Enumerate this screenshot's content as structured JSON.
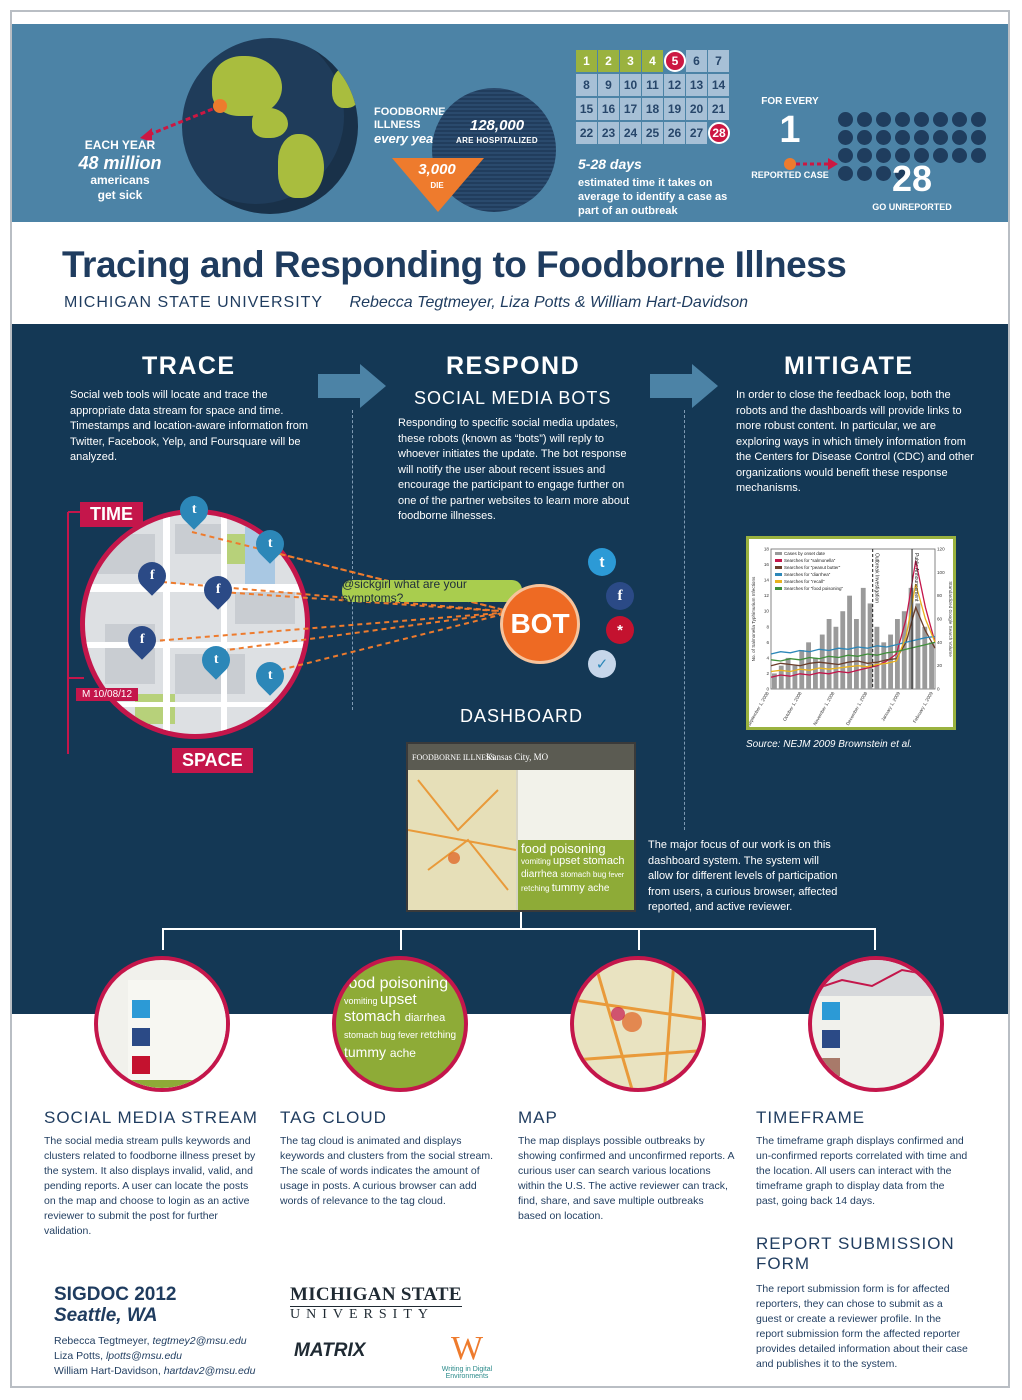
{
  "stats": {
    "each_year": "EACH YEAR",
    "millions": "48 million",
    "americans": "americans",
    "get_sick": "get sick",
    "foodborne": "FOODBORNE",
    "illness": "ILLNESS",
    "every_year": "every year...",
    "hospitalized_num": "128,000",
    "hospitalized_label": "ARE HOSPITALIZED",
    "die_num": "3,000",
    "die_label": "DIE",
    "calendar_days": [
      "1",
      "2",
      "3",
      "4",
      "5",
      "6",
      "7",
      "8",
      "9",
      "10",
      "11",
      "12",
      "13",
      "14",
      "15",
      "16",
      "17",
      "18",
      "19",
      "20",
      "21",
      "22",
      "23",
      "24",
      "25",
      "26",
      "27",
      "28"
    ],
    "days_title": "5-28 days",
    "days_desc": "estimated time it takes on average to identify a case as part of an outbreak",
    "for_every": "FOR EVERY",
    "one": "1",
    "reported_case": "REPORTED CASE",
    "twenty_eight": "28",
    "go_unreported": "GO UNREPORTED"
  },
  "header": {
    "title": "Tracing and Responding to Foodborne Illness",
    "university": "MICHIGAN STATE UNIVERSITY",
    "authors": "Rebecca Tegtmeyer, Liza Potts & William Hart-Davidson"
  },
  "trace": {
    "title": "TRACE",
    "text": "Social web tools will locate and trace the appropriate data stream for space and time. Timestamps and location-aware information from Twitter, Facebook, Yelp, and Foursquare will be analyzed.",
    "time_label": "TIME",
    "space_label": "SPACE",
    "date_label": "M 10/08/12"
  },
  "respond": {
    "title": "RESPOND",
    "subtitle": "SOCIAL MEDIA BOTS",
    "text": "Responding to specific social media updates, these robots (known as “bots”) will reply to whoever initiates the update. The bot response will notify the user about recent issues and encourage the participant to engage further on one of the partner websites to learn more about foodborne illnesses.",
    "speech": "@sickgirl what are your symptoms?",
    "bot": "BOT",
    "dashboard_title": "DASHBOARD",
    "dashboard_text": "The major focus of our work is on this dashboard system. The system will allow for different levels of participation from users, a curious browser, affected reported, and active reviewer."
  },
  "mitigate": {
    "title": "MITIGATE",
    "text": "In order to close the feedback loop, both the robots and the dashboards will provide links to more robust content. In particular, we are exploring ways in which timely information from the Centers for Disease Control (CDC) and other organizations would benefit these response mechanisms.",
    "source": "Source: NEJM 2009 Brownstein et al."
  },
  "dashboard_shot": {
    "brand": "FOODBORNE ILLNESS",
    "city": "Kansas City, MO",
    "tags": [
      "food poisoning",
      "vomiting",
      "upset stomach",
      "diarrhea",
      "stomach bug",
      "fever",
      "retching",
      "tummy",
      "ache"
    ]
  },
  "chart_data": {
    "type": "line",
    "title": "",
    "xlabel": "",
    "ylabel": "No. of Salmonella Typhimurium Infections",
    "y2label": "Standardized Google Search Volume",
    "x": [
      "September 1, 2008",
      "October 1, 2008",
      "November 1, 2008",
      "December 1, 2008",
      "January 1, 2009",
      "February 1, 2009"
    ],
    "ylim": [
      0,
      18
    ],
    "y2lim": [
      0,
      120
    ],
    "annotations": [
      "Outbreak Investigation",
      "Public Announcement"
    ],
    "legend": [
      "Cases by onset date",
      "Searches for “salmonella”",
      "Searches for “peanut butter”",
      "Searches for “diarrhea”",
      "Searches for “recall”",
      "Searches for “food poisoning”"
    ],
    "series": [
      {
        "name": "Cases by onset date",
        "type": "bar",
        "color": "#9a9a9a",
        "values": [
          2,
          3,
          4,
          3,
          5,
          6,
          4,
          7,
          9,
          8,
          10,
          12,
          9,
          13,
          11,
          8,
          6,
          7,
          9,
          10,
          13,
          11,
          8,
          6
        ]
      },
      {
        "name": "Searches for “salmonella”",
        "color": "#c4164b",
        "values": [
          10,
          12,
          11,
          13,
          12,
          14,
          13,
          15,
          14,
          16,
          18,
          20,
          24,
          30,
          60,
          110,
          70,
          40
        ]
      },
      {
        "name": "Searches for “peanut butter”",
        "color": "#6a3d2a",
        "values": [
          20,
          22,
          21,
          20,
          22,
          23,
          22,
          21,
          23,
          24,
          22,
          23,
          25,
          26,
          40,
          70,
          50,
          35
        ]
      },
      {
        "name": "Searches for “diarrhea”",
        "color": "#2c87b8",
        "values": [
          30,
          32,
          31,
          33,
          32,
          34,
          33,
          35,
          34,
          36,
          35,
          37,
          36,
          38,
          40,
          42,
          44,
          45
        ]
      },
      {
        "name": "Searches for “recall”",
        "color": "#e8b21e",
        "values": [
          15,
          16,
          15,
          17,
          16,
          18,
          17,
          18,
          19,
          20,
          19,
          21,
          22,
          24,
          45,
          90,
          60,
          40
        ]
      },
      {
        "name": "Searches for “food poisoning”",
        "color": "#3f8f3a",
        "values": [
          25,
          24,
          26,
          25,
          27,
          26,
          28,
          27,
          29,
          28,
          30,
          29,
          31,
          32,
          34,
          36,
          38,
          40
        ]
      }
    ]
  },
  "features": {
    "stream": {
      "title": "SOCIAL MEDIA STREAM",
      "text": "The social media stream pulls keywords and clusters related to foodborne illness preset by the system. It also displays invalid, valid, and pending reports. A user can locate the posts on the map and choose to login as an active reviewer to submit the post for further validation."
    },
    "tagcloud": {
      "title": "TAG CLOUD",
      "text": "The tag cloud is animated and displays keywords and clusters from the social stream. The scale of words indicates the amount of usage in posts. A curious browser can add words of relevance to the tag cloud."
    },
    "map": {
      "title": "MAP",
      "text": "The map displays possible outbreaks by showing confirmed and unconfirmed reports. A curious user can search various locations within the U.S. The active reviewer can track, find, share, and save multiple outbreaks based on location."
    },
    "timeframe": {
      "title": "TIMEFRAME",
      "text": "The timeframe graph displays confirmed and un-confirmed reports correlated with time and the location. All users can interact with the timeframe graph to display data from the past, going back 14 days."
    },
    "report": {
      "title": "REPORT SUBMISSION FORM",
      "text": "The report submission form is for affected reporters, they can chose to submit as a guest or create a reviewer profile. In the report submission form the affected reporter provides detailed information about their case and publishes it to the system."
    }
  },
  "footer": {
    "conference": "SIGDOC 2012",
    "city": "Seattle, WA",
    "contacts": [
      {
        "name": "Rebecca Tegtmeyer, ",
        "email": "tegtmey2@msu.edu"
      },
      {
        "name": "Liza Potts, ",
        "email": "lpotts@msu.edu"
      },
      {
        "name": "William Hart-Davidson, ",
        "email": "hartdav2@msu.edu"
      }
    ],
    "msu_line1": "MICHIGAN STATE",
    "msu_line2": "UNIVERSITY",
    "matrix": "MATRIX",
    "wide_text": "Writing in Digital Environments"
  }
}
